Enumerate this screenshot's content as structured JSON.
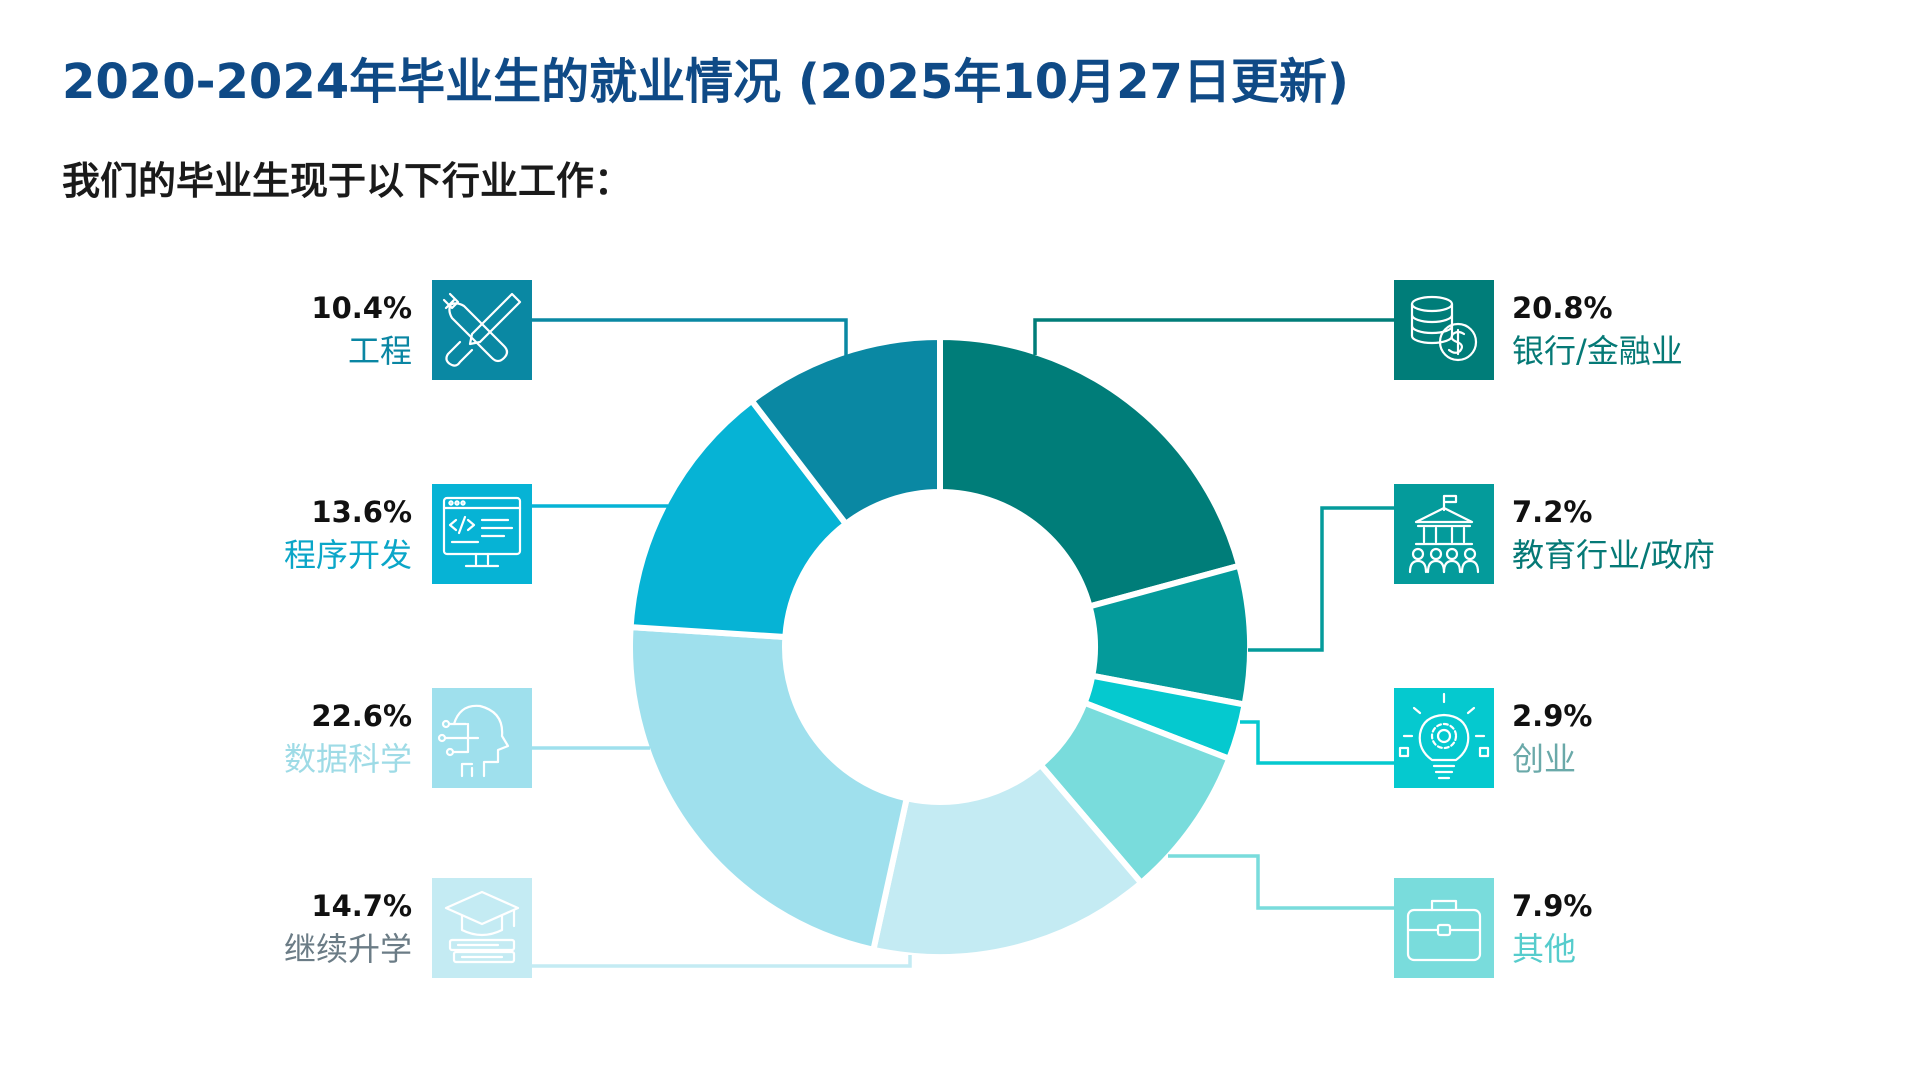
{
  "title": "2020-2024年毕业生的就业情况 (2025年10月27日更新)",
  "subtitle": "我们的毕业生现于以下行业工作：",
  "chart_data": {
    "type": "pie",
    "donut": true,
    "slices": [
      {
        "label": "银行/金融业",
        "value": 20.8,
        "display": "20.8%",
        "color": "#007d79",
        "icon": "coins-dollar-icon"
      },
      {
        "label": "教育行业/政府",
        "value": 7.2,
        "display": "7.2%",
        "color": "#049b9b",
        "icon": "government-building-people-icon"
      },
      {
        "label": "创业",
        "value": 2.9,
        "display": "2.9%",
        "color": "#05c9cf",
        "icon": "lightbulb-gear-icon"
      },
      {
        "label": "其他",
        "value": 7.9,
        "display": "7.9%",
        "color": "#79dcdc",
        "icon": "briefcase-icon"
      },
      {
        "label": "继续升学",
        "value": 14.7,
        "display": "14.7%",
        "color": "#c4ebf3",
        "icon": "graduation-cap-books-icon"
      },
      {
        "label": "数据科学",
        "value": 22.6,
        "display": "22.6%",
        "color": "#9fe0ed",
        "icon": "ai-head-circuit-icon"
      },
      {
        "label": "程序开发",
        "value": 13.6,
        "display": "13.6%",
        "color": "#06b3d5",
        "icon": "code-monitor-icon"
      },
      {
        "label": "工程",
        "value": 10.4,
        "display": "10.4%",
        "color": "#0a88a3",
        "icon": "wrench-screwdriver-icon"
      }
    ],
    "label_colors": {
      "银行/金融业": "#057976",
      "教育行业/政府": "#057976",
      "创业": "#6aa9a9",
      "其他": "#56cccc",
      "继续升学": "#6b7c86",
      "数据科学": "#9edbe6",
      "程序开发": "#0aa6c8",
      "工程": "#0a86a3"
    },
    "legend": "callouts-left-right"
  }
}
